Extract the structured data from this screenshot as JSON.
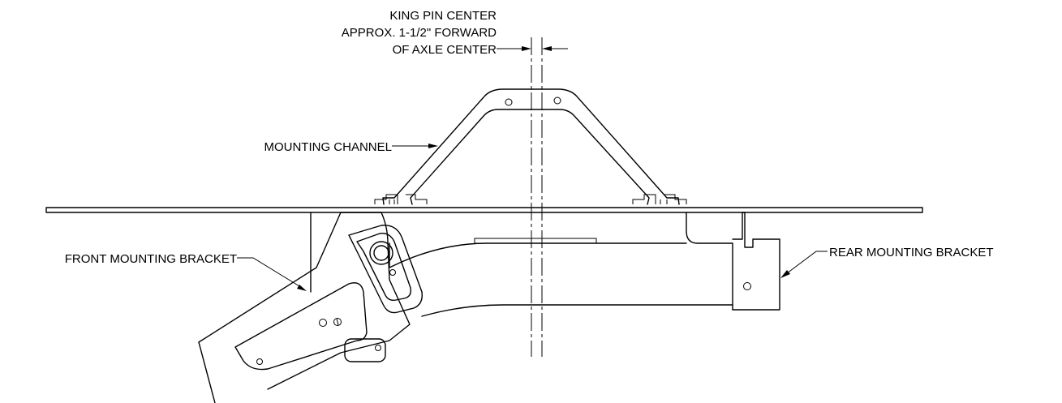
{
  "labels": {
    "king_pin_line1": "KING PIN CENTER",
    "king_pin_line2": "APPROX. 1-1/2\" FORWARD",
    "king_pin_line3": "OF AXLE CENTER",
    "mounting_channel": "MOUNTING CHANNEL",
    "front_mounting_bracket": "FRONT MOUNTING BRACKET",
    "rear_mounting_bracket": "REAR MOUNTING BRACKET"
  }
}
